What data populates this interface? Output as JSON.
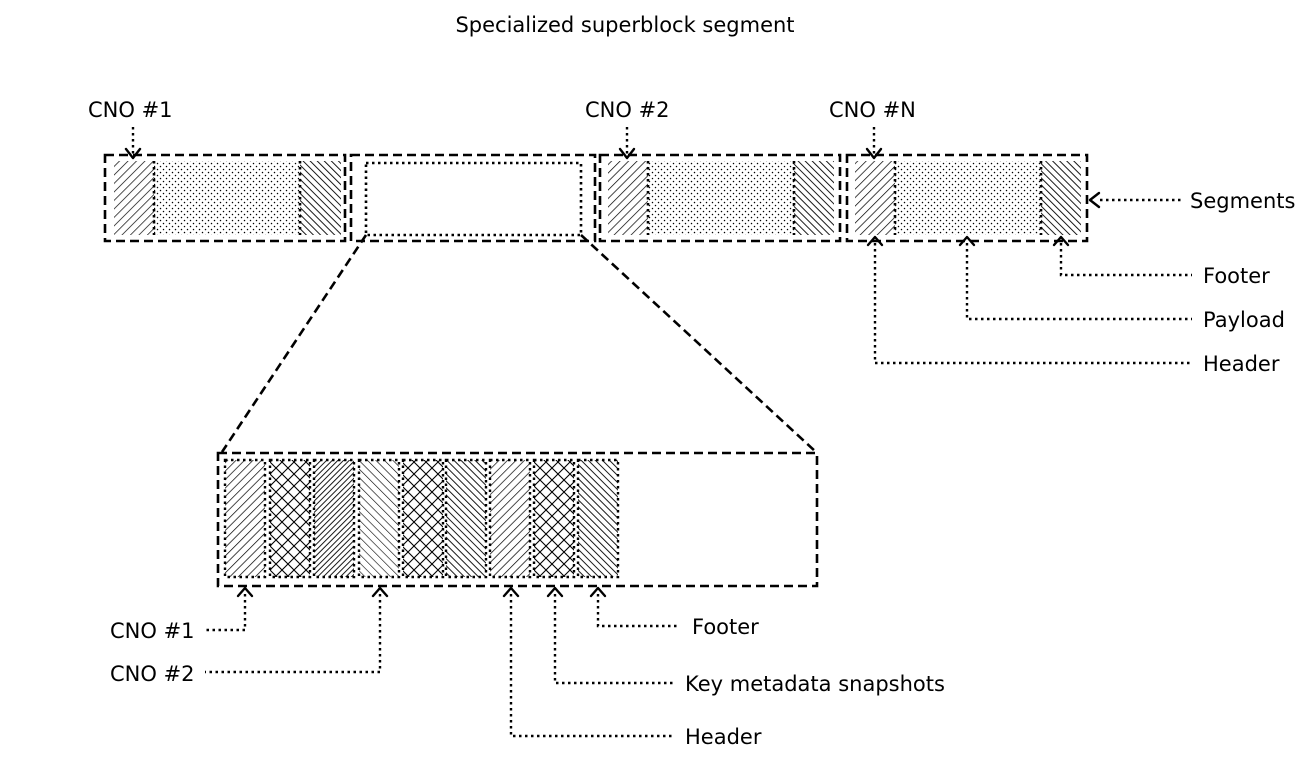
{
  "title": "Specialized superblock segment",
  "top_row": {
    "cno_labels": [
      "CNO #1",
      "CNO #2",
      "CNO #N"
    ],
    "segments_label": "Segments",
    "part_labels": {
      "footer": "Footer",
      "payload": "Payload",
      "header": "Header"
    }
  },
  "detail": {
    "cno_labels": [
      "CNO #1",
      "CNO #2"
    ],
    "part_labels": {
      "footer": "Footer",
      "snapshots": "Key metadata snapshots",
      "header": "Header"
    }
  }
}
